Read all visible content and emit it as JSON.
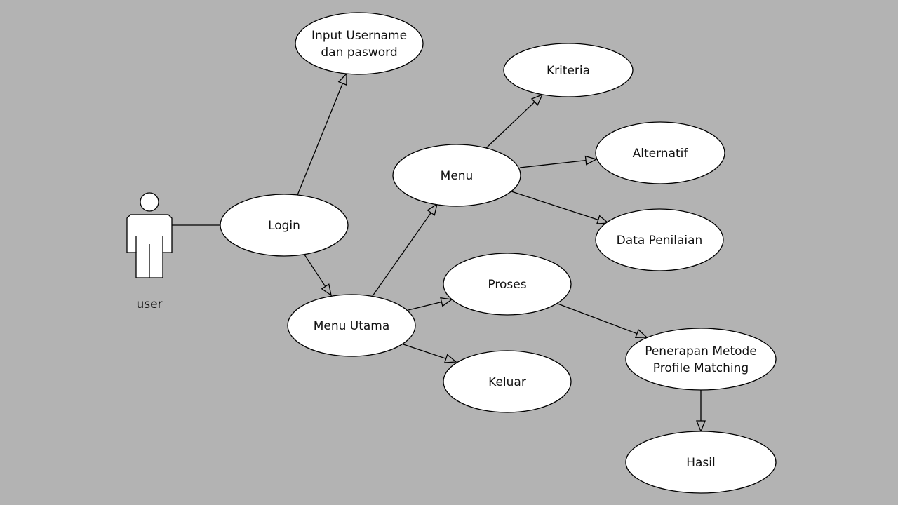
{
  "diagram": {
    "type": "use-case",
    "background": "#b3b3b3",
    "actor": {
      "id": "user",
      "label": "user"
    },
    "use_cases": [
      {
        "id": "input",
        "lines": [
          "Input Username",
          "dan pasword"
        ]
      },
      {
        "id": "login",
        "lines": [
          "Login"
        ]
      },
      {
        "id": "menu_utama",
        "lines": [
          "Menu Utama"
        ]
      },
      {
        "id": "menu",
        "lines": [
          "Menu"
        ]
      },
      {
        "id": "kriteria",
        "lines": [
          "Kriteria"
        ]
      },
      {
        "id": "alternatif",
        "lines": [
          "Alternatif"
        ]
      },
      {
        "id": "data_penilaian",
        "lines": [
          "Data Penilaian"
        ]
      },
      {
        "id": "proses",
        "lines": [
          "Proses"
        ]
      },
      {
        "id": "keluar",
        "lines": [
          "Keluar"
        ]
      },
      {
        "id": "penerapan",
        "lines": [
          "Penerapan Metode",
          "Profile Matching"
        ]
      },
      {
        "id": "hasil",
        "lines": [
          "Hasil"
        ]
      }
    ],
    "relations": [
      {
        "from": "user",
        "to": "login",
        "kind": "association"
      },
      {
        "from": "login",
        "to": "input",
        "kind": "arrow"
      },
      {
        "from": "login",
        "to": "menu_utama",
        "kind": "arrow"
      },
      {
        "from": "menu_utama",
        "to": "menu",
        "kind": "arrow"
      },
      {
        "from": "menu_utama",
        "to": "proses",
        "kind": "arrow"
      },
      {
        "from": "menu_utama",
        "to": "keluar",
        "kind": "arrow"
      },
      {
        "from": "menu",
        "to": "kriteria",
        "kind": "arrow"
      },
      {
        "from": "menu",
        "to": "alternatif",
        "kind": "arrow"
      },
      {
        "from": "menu",
        "to": "data_penilaian",
        "kind": "arrow"
      },
      {
        "from": "proses",
        "to": "penerapan",
        "kind": "arrow"
      },
      {
        "from": "penerapan",
        "to": "hasil",
        "kind": "arrow"
      }
    ]
  }
}
